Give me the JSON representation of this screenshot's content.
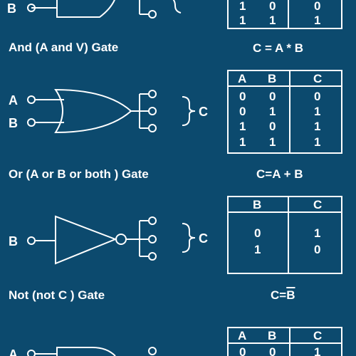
{
  "colors": {
    "background": "#0c4a6e",
    "foreground": "#ffffff"
  },
  "and_gate": {
    "input_b": "B",
    "caption": "And (A and V) Gate",
    "formula": "C = A * B",
    "table_rows": [
      [
        "1",
        "0",
        "0"
      ],
      [
        "1",
        "1",
        "1"
      ]
    ]
  },
  "or_gate": {
    "input_a": "A",
    "input_b": "B",
    "output": "C",
    "caption": "Or (A or B or both ) Gate",
    "formula": "C=A + B",
    "headers": [
      "A",
      "B",
      "C"
    ],
    "rows": [
      [
        "0",
        "0",
        "0"
      ],
      [
        "0",
        "1",
        "1"
      ],
      [
        "1",
        "0",
        "1"
      ],
      [
        "1",
        "1",
        "1"
      ]
    ]
  },
  "not_gate": {
    "input_b": "B",
    "output": "C",
    "caption": "Not (not C ) Gate",
    "formula_prefix": "C=",
    "formula_bar": "B",
    "headers": [
      "B",
      "C"
    ],
    "rows": [
      [
        "0",
        "1"
      ],
      [
        "1",
        "0"
      ]
    ]
  },
  "bottom_gate": {
    "input_a": "A",
    "headers": [
      "A",
      "B",
      "C"
    ],
    "first_row": [
      "0",
      "0",
      "1"
    ]
  }
}
